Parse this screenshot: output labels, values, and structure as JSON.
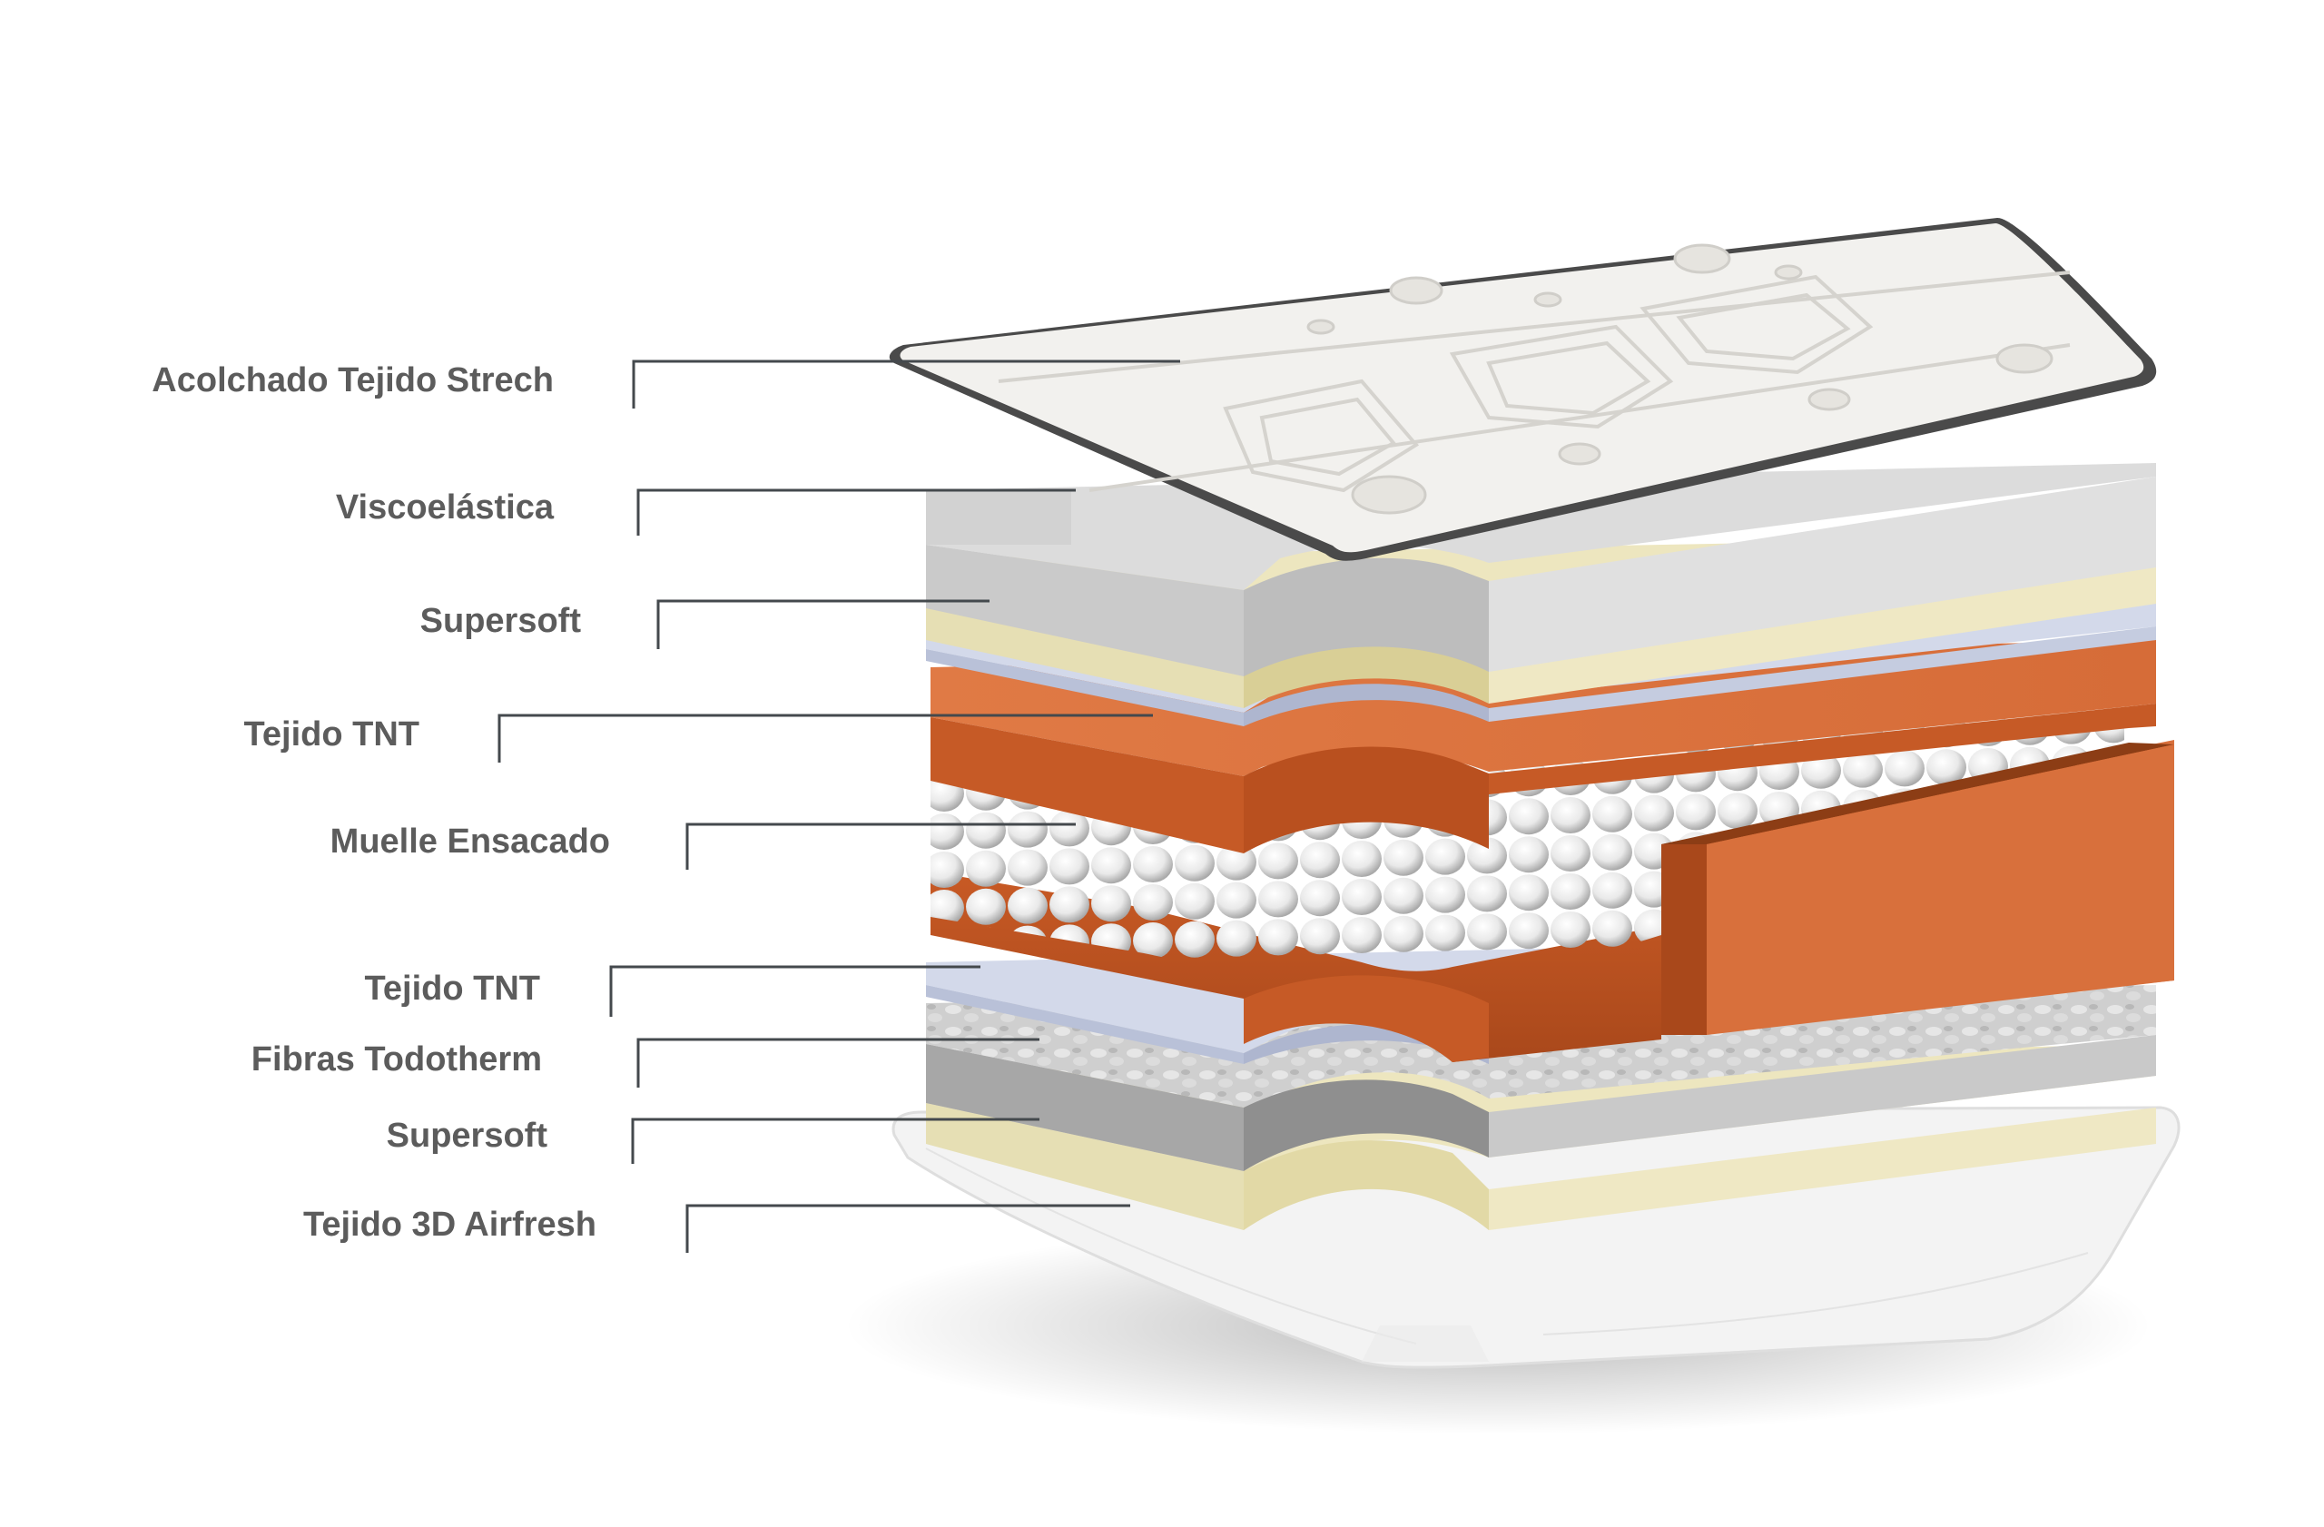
{
  "layers": [
    {
      "label": "Acolchado Tejido Strech",
      "color": "#f2f1ee"
    },
    {
      "label": "Viscoelástica",
      "color": "#d4d4d4"
    },
    {
      "label": "Supersoft",
      "color": "#ede6bf"
    },
    {
      "label": "Tejido TNT",
      "color": "#d3d9ea"
    },
    {
      "label": "Muelle Ensacado",
      "color": "#d8703c"
    },
    {
      "label": "Tejido TNT",
      "color": "#d3d9ea"
    },
    {
      "label": "Fibras Todotherm",
      "color": "#bdbdbd"
    },
    {
      "label": "Supersoft",
      "color": "#ede6bf"
    },
    {
      "label": "Tejido 3D Airfresh",
      "color": "#f4f4f4"
    }
  ]
}
